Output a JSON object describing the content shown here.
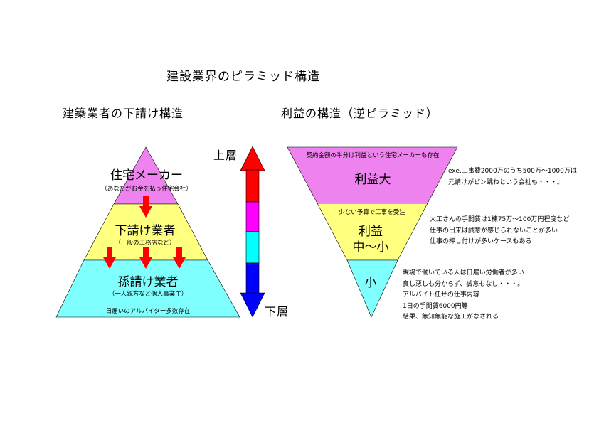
{
  "title": "建設業界のピラミッド構造",
  "left": {
    "heading": "建築業者の下請け構造",
    "tier1": {
      "label": "住宅メーカー",
      "sub": "（あなたがお金を払う住宅会社）"
    },
    "tier2": {
      "label": "下請け業者",
      "sub": "（一般の工務店など）"
    },
    "tier3": {
      "label": "孫請け業者",
      "sub": "（一人親方など個人事業主）",
      "note": "日雇いのアルバイター多数存在"
    }
  },
  "axis": {
    "top": "上層",
    "bottom": "下層"
  },
  "right": {
    "heading": "利益の構造（逆ピラミッド）",
    "tier1": {
      "note": "契約金額の半分は利益という住宅メーカーも存在",
      "label": "利益大"
    },
    "tier2": {
      "note": "少ない予算で工事を受注",
      "label_line1": "利益",
      "label_line2": "中～小"
    },
    "tier3": {
      "label": "小"
    }
  },
  "annotations": {
    "a1": [
      "exe.工事費2000万のうち500万～1000万は",
      "元請けがピン跳ねという会社も・・・。"
    ],
    "a2": [
      "大工さんの手間賃は1棟75万～100万円程度など",
      "仕事の出来は誠意が感じられないことが多い",
      "仕事の押し付けが多いケースもある"
    ],
    "a3": [
      "現場で働いている人は日雇い労働者が多い",
      "良し悪しも分からず、誠意もなし・・・。",
      "アルバイト任せの仕事内容",
      "1日の手間賃6000円等",
      "結果、無知無能な施工がなされる"
    ]
  },
  "colors": {
    "magenta": "#ee82ee",
    "yellow": "#ffff80",
    "cyan": "#80ffff",
    "red": "#ff0000",
    "bar_magenta": "#ff00ff",
    "bar_cyan": "#00ffff",
    "blue": "#0000ff"
  }
}
